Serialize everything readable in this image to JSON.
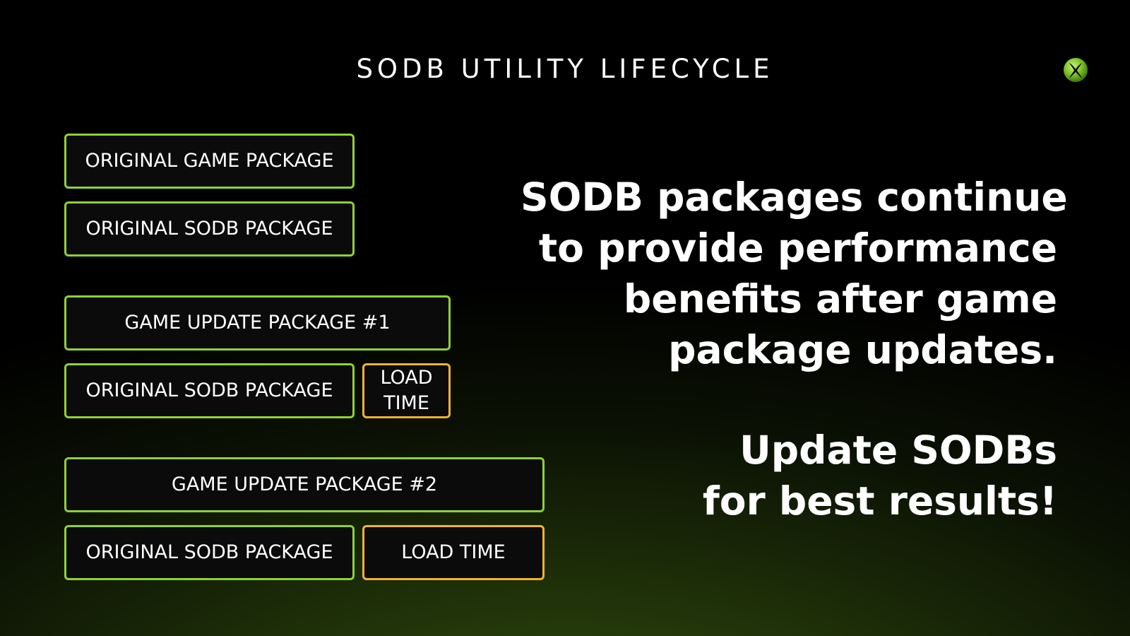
{
  "slide": {
    "title": "SODB UTILITY LIFECYCLE",
    "logo_icon": "xbox-logo-icon",
    "accent_green": "#8fd133",
    "accent_orange": "#f2b233"
  },
  "stacks": {
    "stack1": {
      "top": "ORIGINAL GAME PACKAGE",
      "bottom": "ORIGINAL SODB PACKAGE"
    },
    "stack2": {
      "top": "GAME UPDATE PACKAGE #1",
      "bottom": "ORIGINAL SODB PACKAGE",
      "load_time_line1": "LOAD",
      "load_time_line2": "TIME"
    },
    "stack3": {
      "top": "GAME UPDATE PACKAGE #2",
      "bottom": "ORIGINAL SODB PACKAGE",
      "load_time": "LOAD TIME"
    }
  },
  "message": {
    "lines": [
      "SODB packages continue",
      "to provide performance",
      "benefits after game",
      "package updates."
    ],
    "callout_lines": [
      "Update SODBs",
      "for best results!"
    ]
  }
}
